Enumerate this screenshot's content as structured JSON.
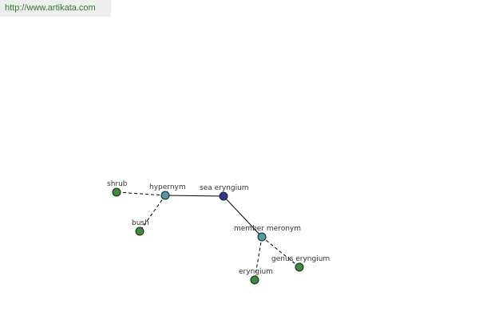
{
  "header": {
    "url": "http://www.artikata.com"
  },
  "colors": {
    "center": "#34348a",
    "relation": "#4f9aa3",
    "term": "#3c8a3c",
    "url_text": "#2f7a2f"
  },
  "graph": {
    "nodes": [
      {
        "id": "sea-eryngium",
        "label": "sea eryngium",
        "kind": "center"
      },
      {
        "id": "hypernym",
        "label": "hypernym",
        "kind": "relation"
      },
      {
        "id": "member-meronym",
        "label": "member meronym",
        "kind": "relation"
      },
      {
        "id": "shrub",
        "label": "shrub",
        "kind": "term"
      },
      {
        "id": "bush",
        "label": "bush",
        "kind": "term"
      },
      {
        "id": "eryngium",
        "label": "eryngium",
        "kind": "term"
      },
      {
        "id": "genus-eryngium",
        "label": "genus eryngium",
        "kind": "term"
      }
    ],
    "edges": [
      {
        "from": "sea-eryngium",
        "to": "hypernym",
        "style": "solid"
      },
      {
        "from": "sea-eryngium",
        "to": "member-meronym",
        "style": "solid"
      },
      {
        "from": "hypernym",
        "to": "shrub",
        "style": "dashed"
      },
      {
        "from": "hypernym",
        "to": "bush",
        "style": "dashed"
      },
      {
        "from": "member-meronym",
        "to": "eryngium",
        "style": "dashed"
      },
      {
        "from": "member-meronym",
        "to": "genus-eryngium",
        "style": "dashed"
      }
    ]
  }
}
